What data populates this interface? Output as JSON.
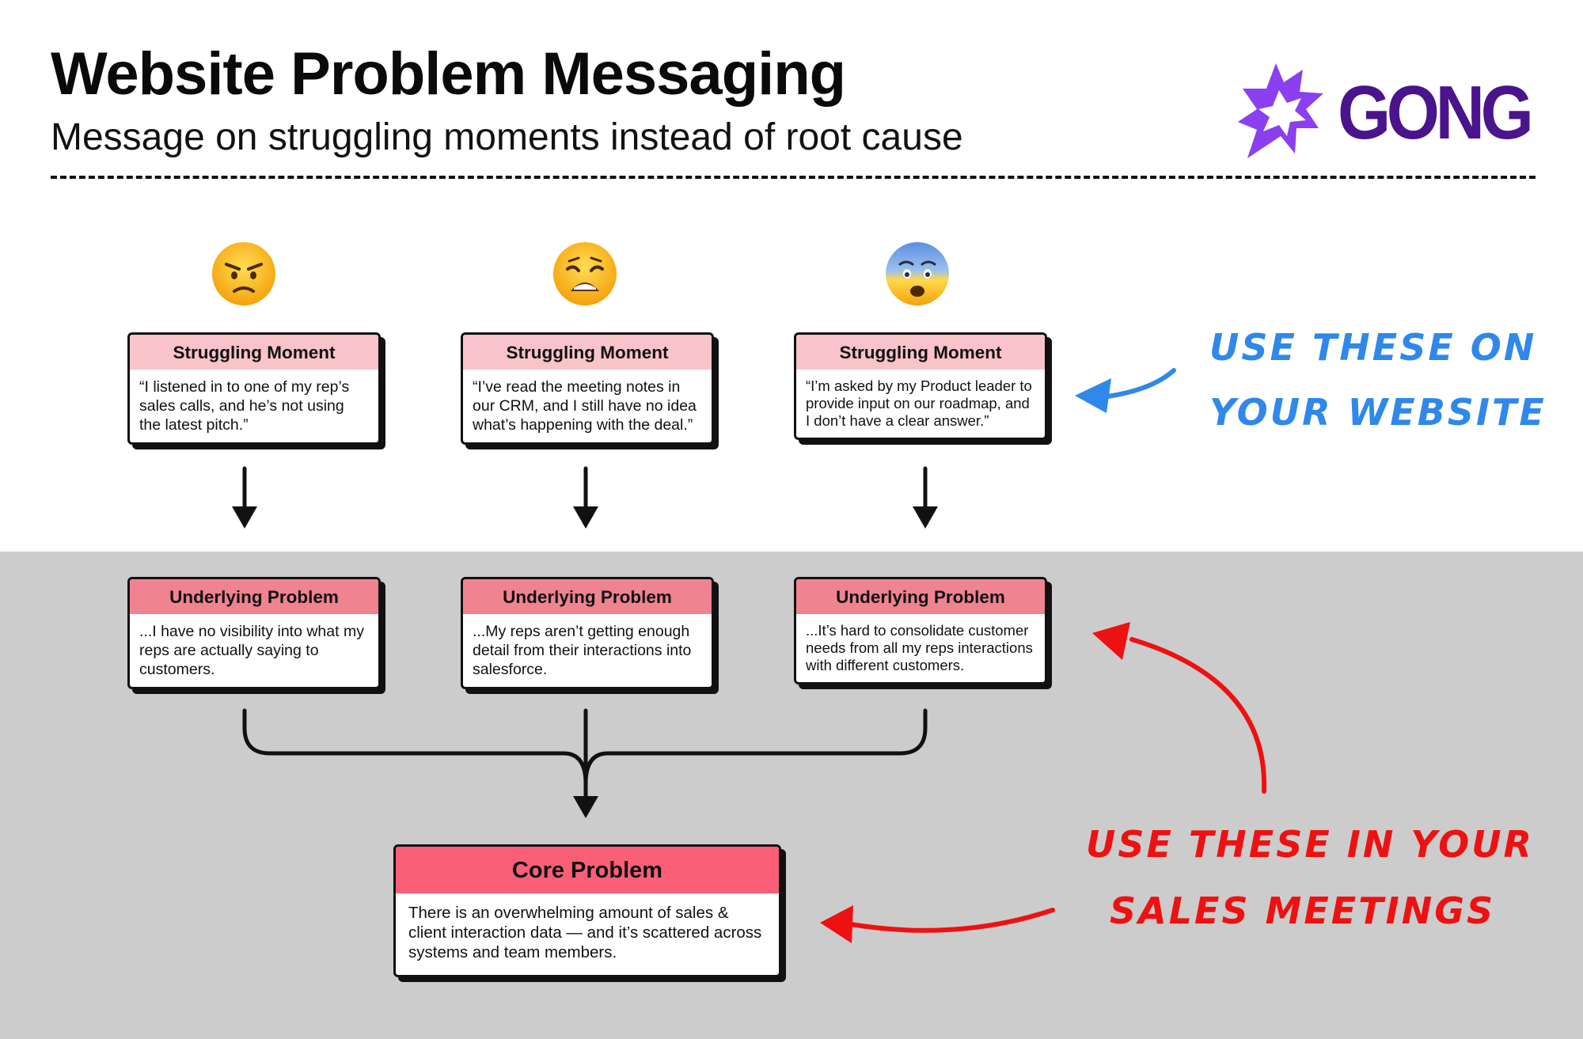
{
  "header": {
    "title": "Website Problem Messaging",
    "subtitle": "Message on struggling moments instead of root cause",
    "logo_text": "GONG",
    "logo_color": "#4a148c",
    "logo_mark_color": "#8a3ff0"
  },
  "struggling_moments": [
    {
      "emoji": "angry-face-icon",
      "heading": "Struggling Moment",
      "text": "“I listened in to one of my rep’s sales calls, and he’s not using the latest pitch.”"
    },
    {
      "emoji": "weary-face-icon",
      "heading": "Struggling Moment",
      "text": "“I’ve read the meeting notes in our CRM, and I still have no idea what’s happening with the deal.”"
    },
    {
      "emoji": "fearful-face-icon",
      "heading": "Struggling Moment",
      "text": "“I’m asked by my Product leader to provide input on our roadmap, and I don’t have a clear answer.”"
    }
  ],
  "underlying_problems": [
    {
      "heading": "Underlying Problem",
      "text": "...I have no visibility into what my reps are actually saying to customers."
    },
    {
      "heading": "Underlying Problem",
      "text": "...My reps aren’t getting enough detail from their interactions into salesforce."
    },
    {
      "heading": "Underlying Problem",
      "text": "...It’s hard to consolidate customer needs from all my reps interactions with different customers."
    }
  ],
  "core_problem": {
    "heading": "Core Problem",
    "text": "There is an overwhelming amount of sales & client interaction data — and it’s scattered across systems and team members."
  },
  "annotations": {
    "website_line1": "Use these on",
    "website_line2": "your website",
    "sales_line1": "Use these in your",
    "sales_line2": "sales meetings"
  },
  "colors": {
    "struggling_header": "#f8c3c9",
    "underlying_header": "#f08390",
    "core_header": "#fb5f78",
    "annotation_blue": "#2f88ea",
    "annotation_red": "#ee1111",
    "bottom_band": "#cccccc"
  }
}
